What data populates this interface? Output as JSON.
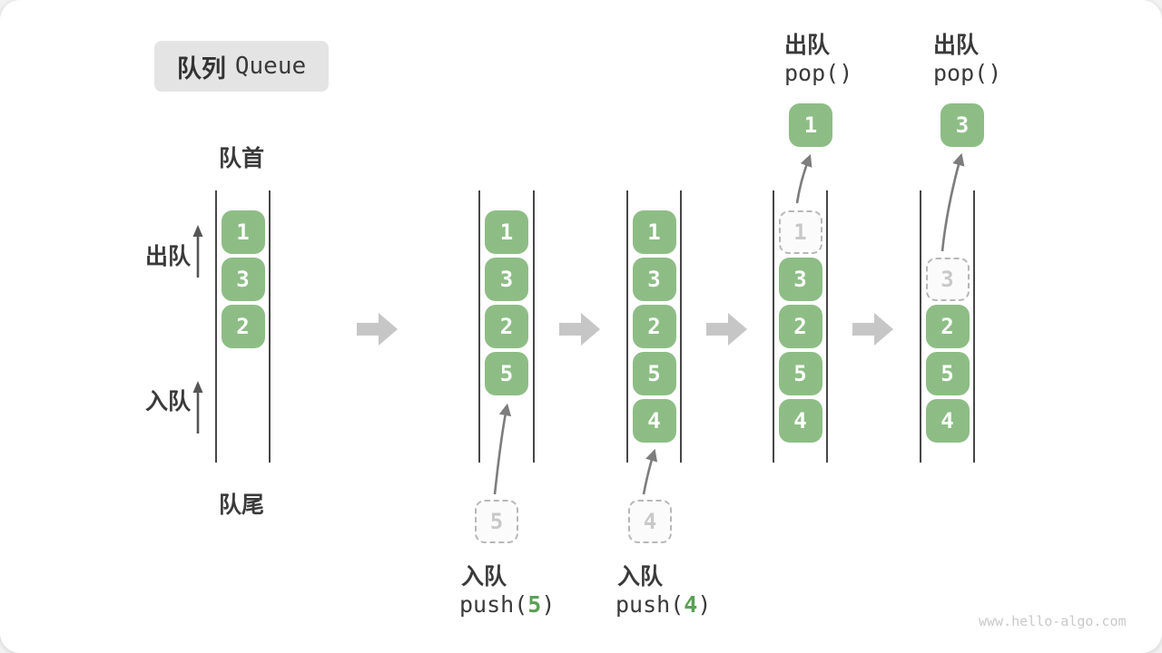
{
  "title": {
    "zh": "队列",
    "en": "Queue"
  },
  "labels": {
    "front": "队首",
    "rear": "队尾",
    "dequeue_side": "出队",
    "enqueue_side": "入队"
  },
  "states": [
    {
      "cells": [
        "1",
        "3",
        "2"
      ]
    },
    {
      "cells": [
        "1",
        "3",
        "2",
        "5"
      ],
      "incoming": "5"
    },
    {
      "cells": [
        "1",
        "3",
        "2",
        "5",
        "4"
      ],
      "incoming": "4"
    },
    {
      "ghost": "1",
      "cells": [
        "3",
        "2",
        "5",
        "4"
      ],
      "popped": "1"
    },
    {
      "ghost": "3",
      "cells": [
        "2",
        "5",
        "4"
      ],
      "popped": "3"
    }
  ],
  "ops": {
    "enqueue1": {
      "label": "入队",
      "fn": "push(",
      "arg": "5",
      "close": ")"
    },
    "enqueue2": {
      "label": "入队",
      "fn": "push(",
      "arg": "4",
      "close": ")"
    },
    "dequeue1": {
      "label": "出队",
      "fn": "pop()"
    },
    "dequeue2": {
      "label": "出队",
      "fn": "pop()"
    }
  },
  "watermark": "www.hello-algo.com",
  "colors": {
    "cell_green": "#8DBD85",
    "accent_green": "#5AA055",
    "ghost_border": "#B7B7B7",
    "ghost_text": "#C8C8C8",
    "block_arrow_gray": "#C6C6C6",
    "curve_arrow_gray": "#7D7D7D",
    "wall_dark": "#474747",
    "text_dark": "#3A3A3A",
    "title_bg": "#E4E4E4",
    "watermark_gray": "#C9C9C9"
  }
}
